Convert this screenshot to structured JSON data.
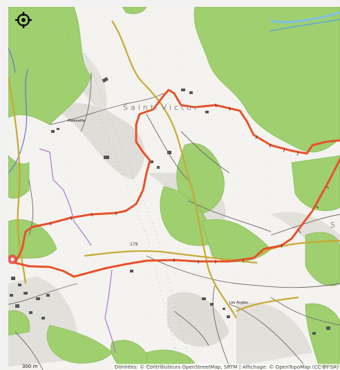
{
  "map": {
    "labels": {
      "maleveille": "Maleveille",
      "saint_victor": "Saint Victor",
      "les_angles": "Les Angles",
      "elev_179": "179",
      "edge_label": "S"
    },
    "scale": {
      "label": "300 m"
    },
    "attribution": "Données: © Contributeurs OpenStreetMap, SRTM | Affichage: © OpenTopoMap (CC-BY-SA)",
    "controls": {
      "locate_icon": "crosshair-locate-icon"
    },
    "colors": {
      "track": "#e8502a",
      "forest": "#9fcf6f",
      "water": "#5aa8d8",
      "boundary": "#a050d0",
      "main_road": "#c8a832",
      "background": "#f4f3ef"
    }
  }
}
